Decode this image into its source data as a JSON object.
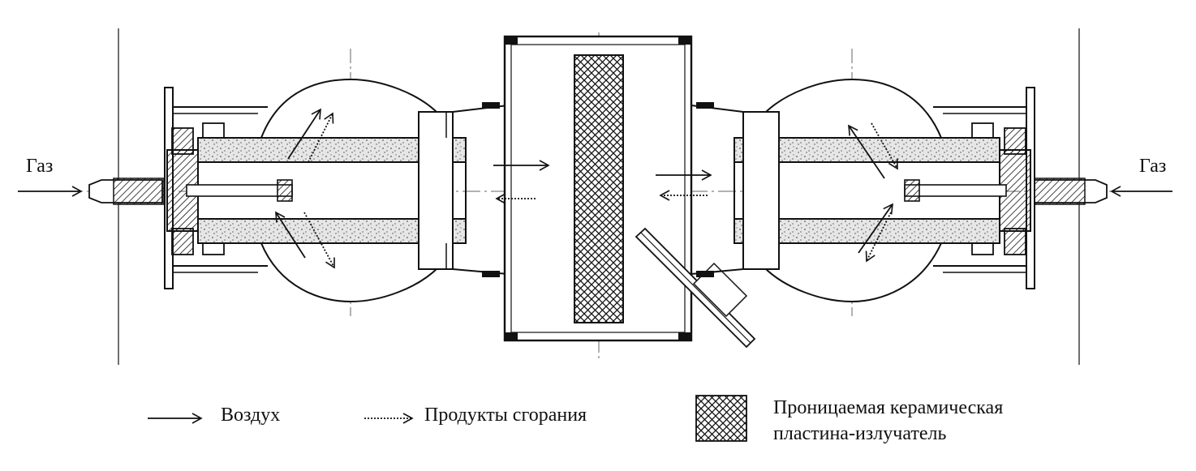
{
  "diagram": {
    "gas_left": "Газ",
    "gas_right": "Газ"
  },
  "legend": {
    "air": "Воздух",
    "combustion_products": "Продукты сгорания",
    "plate_line1": "Проницаемая керамическая",
    "plate_line2": "пластина-излучатель"
  },
  "colors": {
    "ink": "#111111",
    "centerline": "#666666",
    "porous": "#e4e4e4"
  }
}
